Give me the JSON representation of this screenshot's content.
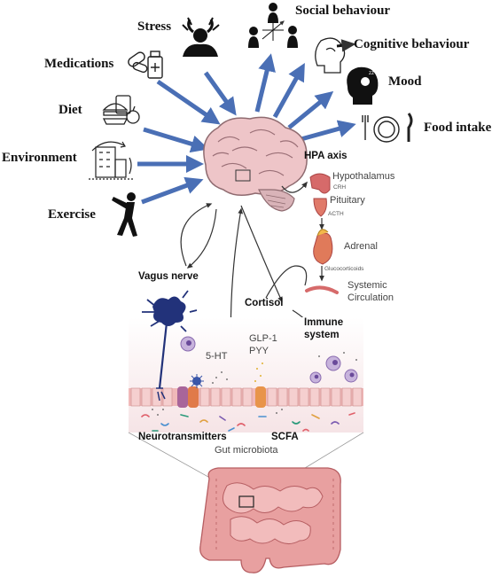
{
  "influences": {
    "stress": "Stress",
    "medications": "Medications",
    "diet": "Diet",
    "environment": "Environment",
    "exercise": "Exercise"
  },
  "outcomes": {
    "social": "Social behaviour",
    "cognitive": "Cognitive behaviour",
    "mood": "Mood",
    "food": "Food intake"
  },
  "hpa": {
    "title": "HPA axis",
    "hypothalamus": "Hypothalamus",
    "crh": "CRH",
    "pituitary": "Pituitary",
    "acth": "ACTH",
    "adrenal": "Adrenal",
    "glucocorticoids": "Glucocorticoids",
    "systemic": "Systemic",
    "circulation": "Circulation"
  },
  "pathways": {
    "vagus": "Vagus nerve",
    "cortisol": "Cortisol",
    "immune1": "Immune",
    "immune2": "system",
    "ht5": "5-HT",
    "glp1": "GLP-1",
    "pyy": "PYY",
    "neurotransmitters": "Neurotransmitters",
    "scfa": "SCFA",
    "gut": "Gut microbiota"
  },
  "colors": {
    "arrow": "#4a6fb5",
    "brain": "#eec5c8",
    "gut": "#e8a0a0",
    "neuron": "#22327a"
  }
}
